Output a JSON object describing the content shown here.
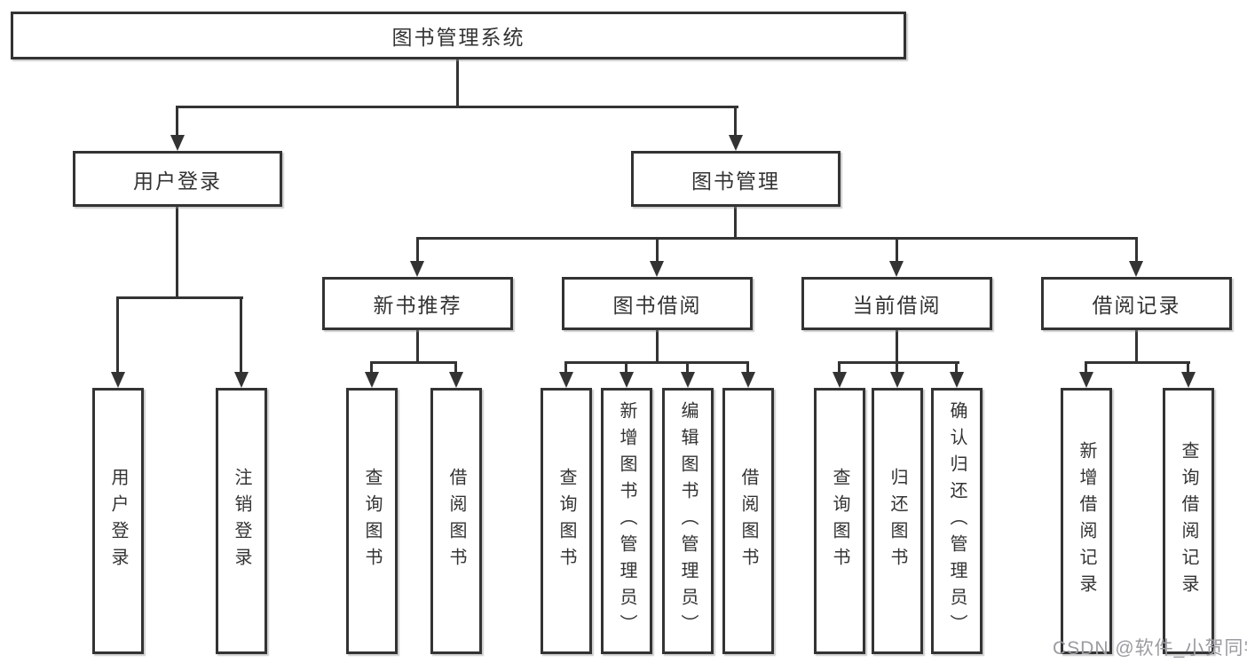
{
  "tree": {
    "root": {
      "label": "图书管理系统",
      "children": [
        {
          "label": "用户登录",
          "children": [
            {
              "label": "用户登录"
            },
            {
              "label": "注销登录"
            }
          ]
        },
        {
          "label": "图书管理",
          "children": [
            {
              "label": "新书推荐",
              "children": [
                {
                  "label": "查询图书"
                },
                {
                  "label": "借阅图书"
                }
              ]
            },
            {
              "label": "图书借阅",
              "children": [
                {
                  "label": "查询图书"
                },
                {
                  "label": "新增图书（管理员）"
                },
                {
                  "label": "编辑图书（管理员）"
                },
                {
                  "label": "借阅图书"
                }
              ]
            },
            {
              "label": "当前借阅",
              "children": [
                {
                  "label": "查询图书"
                },
                {
                  "label": "归还图书"
                },
                {
                  "label": "确认归还（管理员）"
                }
              ]
            },
            {
              "label": "借阅记录",
              "children": [
                {
                  "label": "新增借阅记录"
                },
                {
                  "label": "查询借阅记录"
                }
              ]
            }
          ]
        }
      ]
    }
  },
  "watermark": {
    "text": "CSDN @软件_小贺同学",
    "color": "#9b9ba1"
  },
  "colors": {
    "line": "#333333",
    "border": "#333333",
    "text": "#333333",
    "background": "#ffffff"
  }
}
